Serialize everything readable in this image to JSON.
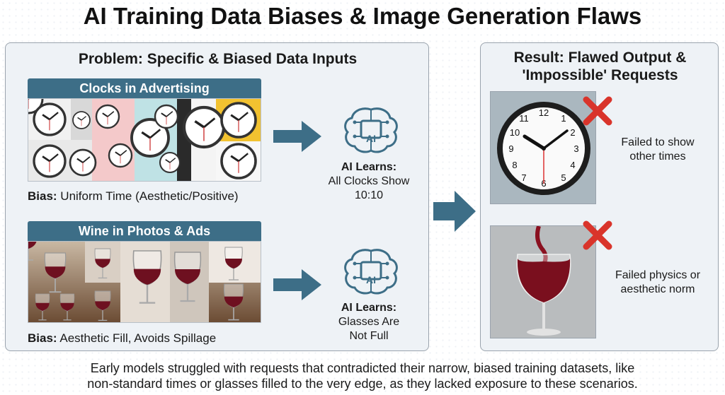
{
  "title": "AI Training Data Biases & Image Generation Flaws",
  "left_panel": {
    "heading": "Problem: Specific & Biased Data Inputs",
    "clocks": {
      "header": "Clocks in Advertising",
      "bias_label": "Bias:",
      "bias_text": " Uniform Time (Aesthetic/Positive)",
      "ai_learns_label": "AI Learns:",
      "ai_learns_line1": "All Clocks Show",
      "ai_learns_line2": "10:10"
    },
    "wine": {
      "header": "Wine in Photos & Ads",
      "bias_label": "Bias:",
      "bias_text": " Aesthetic Fill, Avoids Spillage",
      "ai_learns_label": "AI Learns:",
      "ai_learns_line1": "Glasses Are",
      "ai_learns_line2": "Not Full"
    },
    "brain_label": "AI"
  },
  "right_panel": {
    "heading_line1": "Result: Flawed Output &",
    "heading_line2": "'Impossible' Requests",
    "clock_result_line1": "Failed to show",
    "clock_result_line2": "other times",
    "wine_result_line1": "Failed physics or",
    "wine_result_line2": "aesthetic norm"
  },
  "footer_line1": "Early models struggled with requests that contradicted their narrow, biased training datasets, like",
  "footer_line2": "non-standard times or glasses filled to the very edge, as they lacked exposure to these scenarios.",
  "colors": {
    "section_header": "#3d6e87",
    "arrow": "#3d6e87",
    "x_mark": "#d9342b",
    "panel_bg": "#eef2f6"
  },
  "icons": [
    "brain-circuit-icon",
    "right-arrow-icon",
    "x-mark-icon",
    "clock-icon",
    "wine-glass-icon"
  ]
}
